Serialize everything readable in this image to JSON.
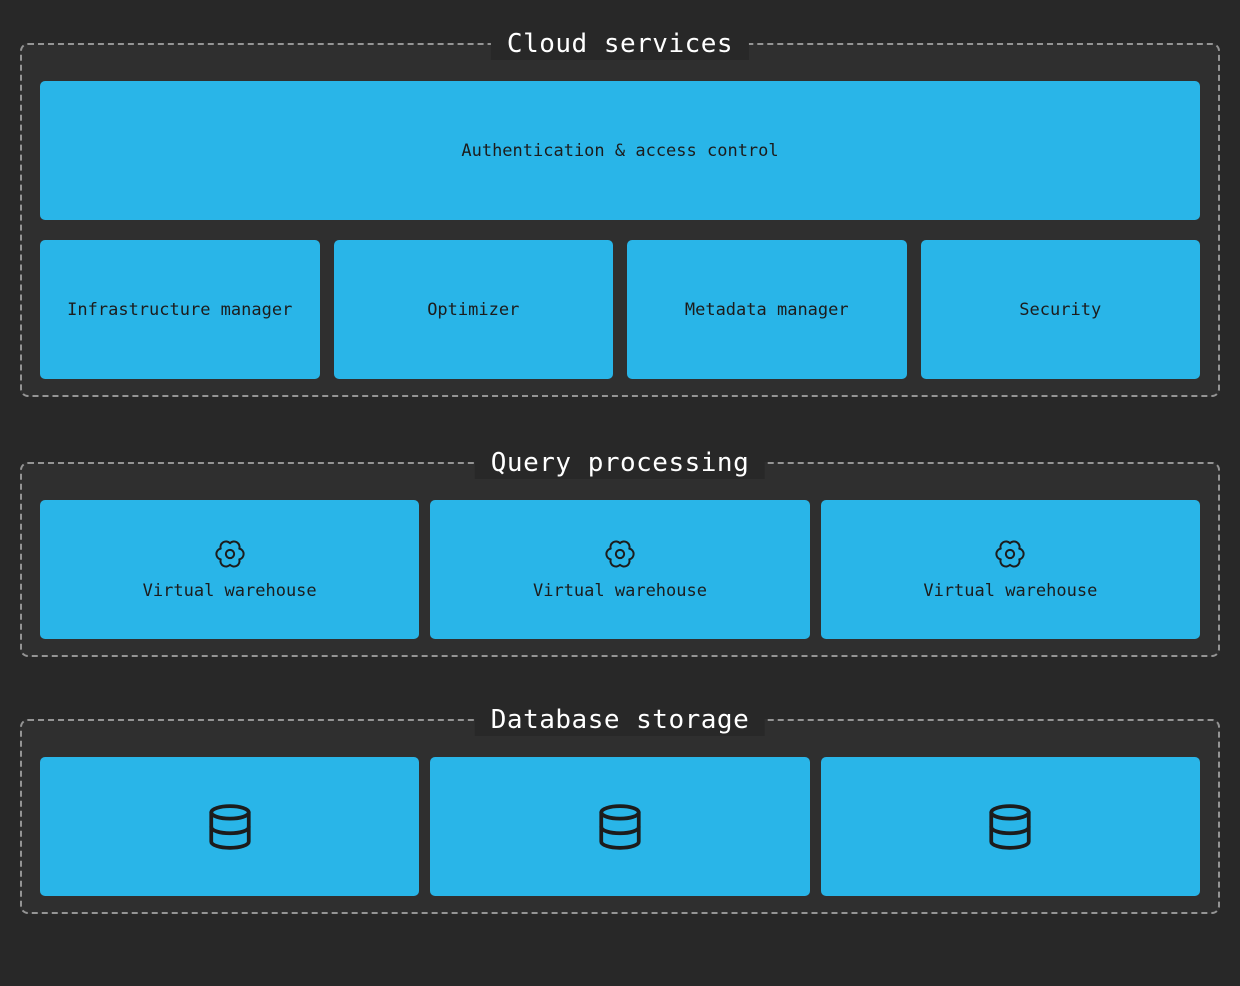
{
  "diagram": {
    "sections": {
      "cloud_services": {
        "title": "Cloud services",
        "banner": "Authentication & access control",
        "boxes": [
          "Infrastructure manager",
          "Optimizer",
          "Metadata manager",
          "Security"
        ]
      },
      "query_processing": {
        "title": "Query processing",
        "boxes": [
          "Virtual warehouse",
          "Virtual warehouse",
          "Virtual warehouse"
        ]
      },
      "database_storage": {
        "title": "Database storage",
        "box_icon": "database-icon",
        "box_count": "3"
      }
    },
    "icons": {
      "warehouse_icon": "gear-icon",
      "storage_icon": "database-icon"
    },
    "colors": {
      "accent_blue": "#29b5e8",
      "page_background": "#282828",
      "section_background": "#2f2f2f",
      "dashed_border": "#949494",
      "box_text": "#1c1c1c",
      "title_text": "#ffffff"
    }
  }
}
